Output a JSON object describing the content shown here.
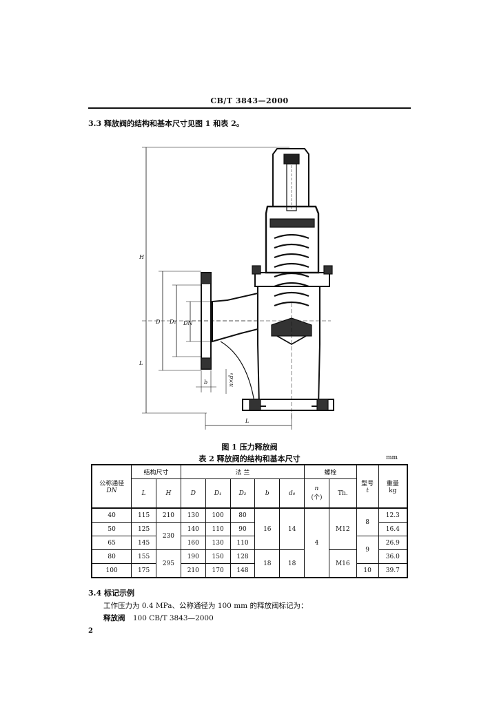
{
  "header": {
    "code": "CB/T 3843—2000"
  },
  "section_3_3": {
    "text": "3.3  释放阀的结构和基本尺寸见图 1 和表 2。"
  },
  "figure": {
    "caption": "图 1  压力释放阀",
    "labels": {
      "H": "H",
      "L_left": "L",
      "D": "D",
      "D1": "D₁",
      "DN": "DN",
      "b": "b",
      "n_d0": "n×d₀",
      "L_bottom": "L"
    }
  },
  "table": {
    "caption": "表 2  释放阀的结构和基本尺寸",
    "unit": "mm",
    "headers": {
      "dn": "公称通径",
      "dn_sym": "DN",
      "struct": "结构尺寸",
      "L": "L",
      "H": "H",
      "flange": "法    兰",
      "D": "D",
      "D1": "D₁",
      "D2": "D₂",
      "b": "b",
      "d0": "d₀",
      "bolt": "螺栓",
      "n": "n",
      "n_unit": "(个)",
      "Th": "Th.",
      "spring": "型号",
      "spring_sym": "t",
      "weight": "重量",
      "weight_unit": "kg"
    },
    "rows": [
      {
        "dn": "40",
        "L": "115",
        "H": "210",
        "D": "130",
        "D1": "100",
        "D2": "80",
        "wt": "12.3"
      },
      {
        "dn": "50",
        "L": "125",
        "D": "140",
        "D1": "110",
        "D2": "90",
        "wt": "16.4"
      },
      {
        "dn": "65",
        "L": "145",
        "D": "160",
        "D1": "130",
        "D2": "110",
        "wt": "26.9"
      },
      {
        "dn": "80",
        "L": "155",
        "D": "190",
        "D1": "150",
        "D2": "128",
        "wt": "36.0"
      },
      {
        "dn": "100",
        "L": "175",
        "D": "210",
        "D1": "170",
        "D2": "148",
        "wt": "39.7"
      }
    ],
    "merged": {
      "H_50_65": "230",
      "H_80_100": "295",
      "b_40_65": "16",
      "d0_40_65": "14",
      "b_80_100": "18",
      "d0_80_100": "18",
      "n_all": "4",
      "Th_40_65": "M12",
      "Th_80_100": "M16",
      "t_40_50": "8",
      "t_65_80": "9",
      "t_100": "10"
    }
  },
  "section_3_4": {
    "title": "3.4  标记示例",
    "line1": "工作压力为 0.4 MPa、公称通径为 100 mm 的释放阀标记为：",
    "line2_bold": "释放阀",
    "line2_rest": "100   CB/T 3843—2000"
  },
  "page_number": "2"
}
